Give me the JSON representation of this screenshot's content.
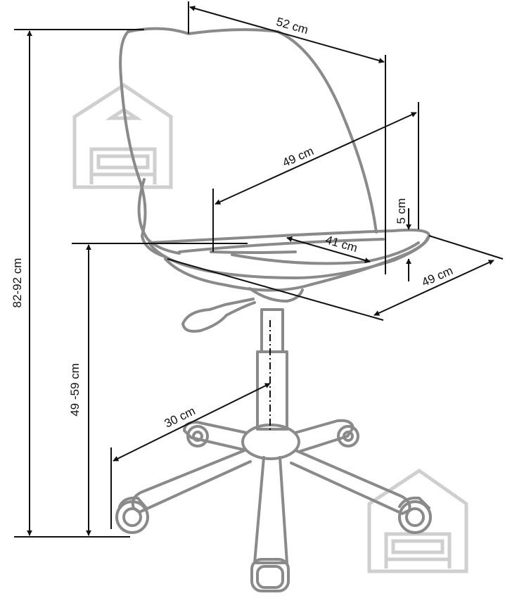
{
  "colors": {
    "outline": "#8a8a8a",
    "dimension": "#111111",
    "watermark": "#cfcfcf",
    "background": "#ffffff"
  },
  "watermark": {
    "icon": "house-sofa-logo-icon",
    "count": 2
  },
  "dimensions": {
    "total_height": "82-92 cm",
    "seat_height": "49 -59 cm",
    "backrest_width": "52 cm",
    "seat_depth": "49 cm",
    "seat_width_inner": "41 cm",
    "seat_thickness": "5 cm",
    "seat_width": "49 cm",
    "base_radius": "30 cm"
  }
}
